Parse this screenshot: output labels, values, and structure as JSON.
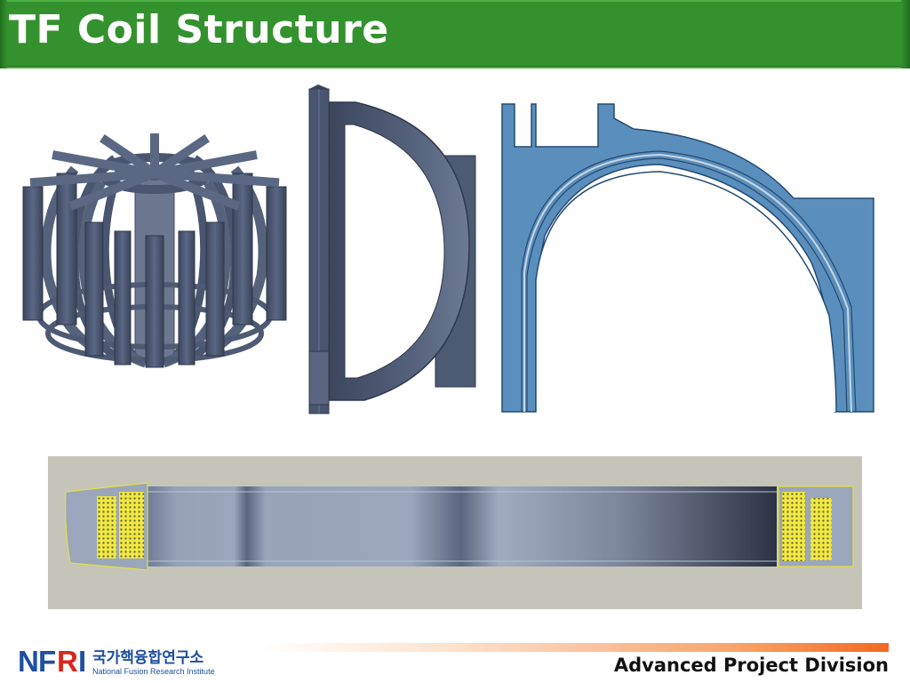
{
  "slide": {
    "title": "TF Coil Structure",
    "division": "Advanced Project Division"
  },
  "logo": {
    "letters": "NFRI",
    "korean_name": "국가핵융합연구소",
    "english_name": "National Fusion Research Institute"
  },
  "colors": {
    "title_green": "#34922e",
    "coil_steel": "#4a5670",
    "section_blue": "#5a8fbd",
    "winding_yellow": "#f2ea3c",
    "accent_orange": "#f26a21",
    "logo_blue": "#1f4fa0",
    "logo_red": "#d9261c"
  }
}
